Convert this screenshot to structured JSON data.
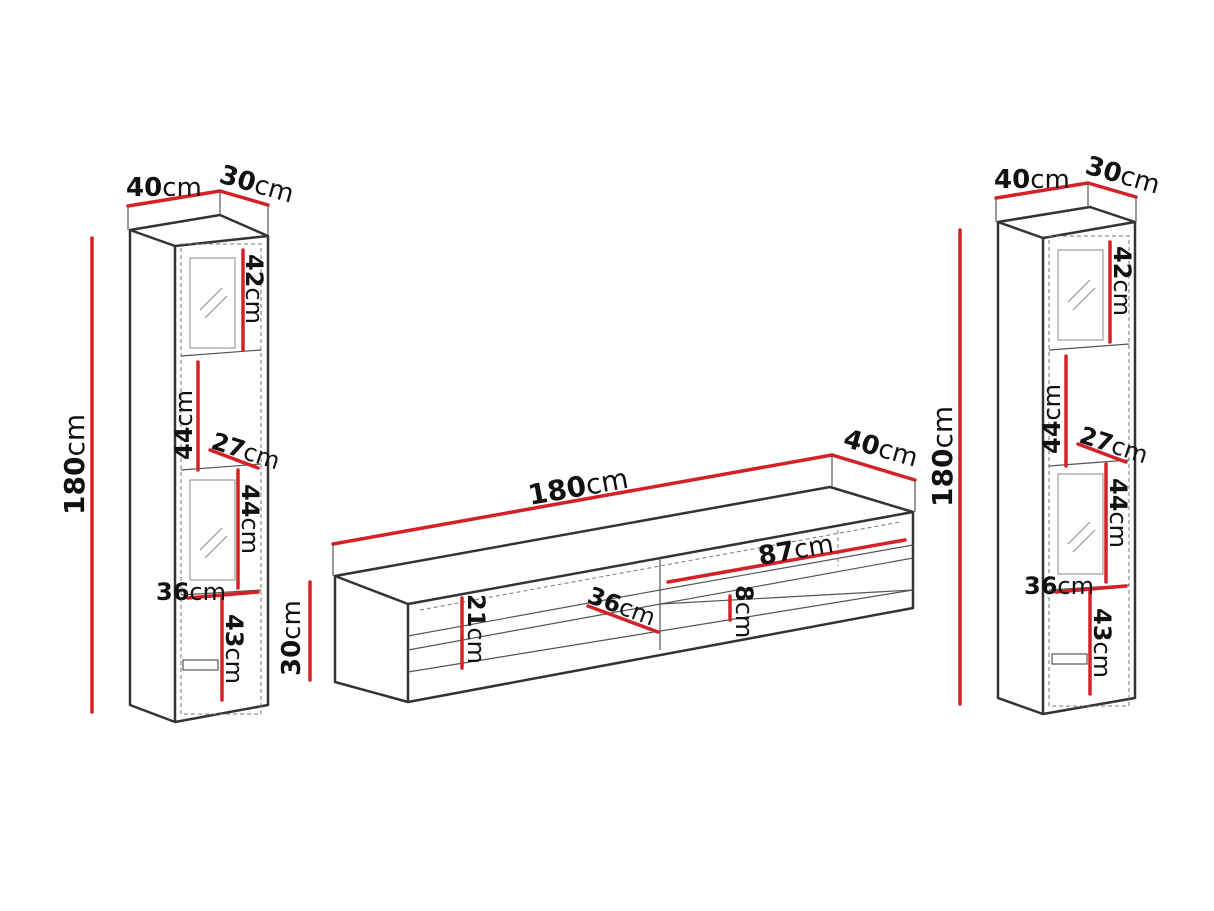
{
  "colors": {
    "dimension_line": "#d42027",
    "outline": "#333333",
    "text": "#111111"
  },
  "left_cabinet": {
    "width": "40",
    "depth": "30",
    "height": "180",
    "top_compartment": "42",
    "middle_compartment": "44",
    "shelf_depth": "27",
    "lower_glass_compartment": "44",
    "bottom_width": "36",
    "bottom_compartment": "43"
  },
  "tv_stand": {
    "length": "180",
    "depth": "40",
    "height": "30",
    "drawer_height": "21",
    "drawer_depth": "36",
    "niche_width": "87",
    "niche_height": "8"
  },
  "right_cabinet": {
    "width": "40",
    "depth": "30",
    "height": "180",
    "top_compartment": "42",
    "middle_compartment": "44",
    "shelf_depth": "27",
    "lower_glass_compartment": "44",
    "bottom_width": "36",
    "bottom_compartment": "43"
  },
  "unit": "cm"
}
